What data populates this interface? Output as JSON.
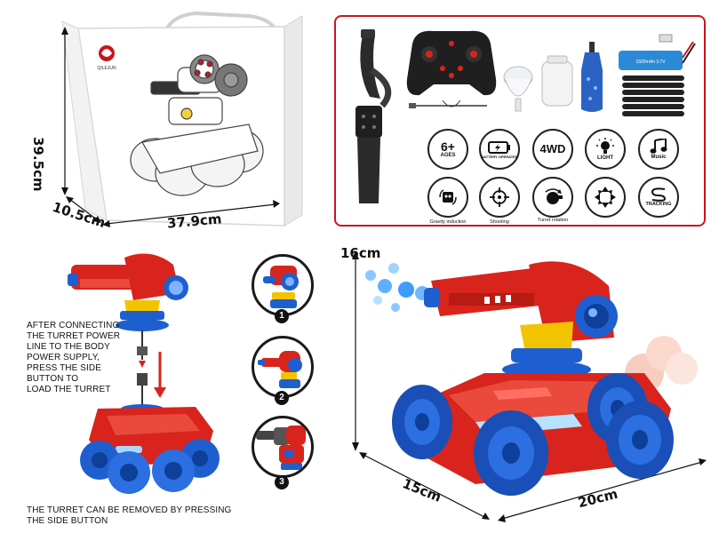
{
  "package": {
    "height_label": "39.5cm",
    "depth_label": "10.5cm",
    "width_label": "37.9cm",
    "brand_logo_text": "QILEJUN"
  },
  "accessories": {
    "items": [
      "watch-controller",
      "remote-controller",
      "usb-cable",
      "funnel",
      "bottle",
      "gel-ball-bottle",
      "battery",
      "foam-darts"
    ],
    "battery_text": "1500mAh 3.7V"
  },
  "features": [
    {
      "icon": "age-badge",
      "big": "6+",
      "small": "AGES",
      "caption": ""
    },
    {
      "icon": "battery-icon",
      "big": "",
      "small": "",
      "caption": "BATTERY OPERATED"
    },
    {
      "icon": "4wd-badge",
      "big": "4WD",
      "small": "",
      "caption": ""
    },
    {
      "icon": "light-icon",
      "big": "",
      "small": "",
      "caption": "LIGHT"
    },
    {
      "icon": "music-icon",
      "big": "",
      "small": "",
      "caption": "Music"
    },
    {
      "icon": "gravity-icon",
      "big": "",
      "small": "",
      "caption": "Gravity induction"
    },
    {
      "icon": "shooting-icon",
      "big": "",
      "small": "",
      "caption": "Shooting"
    },
    {
      "icon": "turret-rotation-icon",
      "big": "",
      "small": "",
      "caption": "Turret rotation"
    },
    {
      "icon": "directions-icon",
      "big": "",
      "small": "",
      "caption": ""
    },
    {
      "icon": "tracking-icon",
      "big": "",
      "small": "",
      "caption": "TRACKING"
    }
  ],
  "instructions": {
    "connect": [
      "AFTER CONNECTING",
      "THE TURRET POWER",
      "LINE TO THE BODY",
      "POWER SUPPLY,",
      "PRESS THE SIDE",
      "BUTTON TO",
      "LOAD THE TURRET"
    ],
    "remove": [
      "THE TURRET CAN BE REMOVED BY PRESSING",
      "THE SIDE BUTTON"
    ]
  },
  "steps": [
    "1",
    "2",
    "3"
  ],
  "product": {
    "height_label": "16cm",
    "depth_label": "15cm",
    "width_label": "20cm"
  },
  "colors": {
    "red": "#d8241c",
    "blue": "#1e5fd0",
    "frame_red": "#c8161d",
    "dark": "#1a1a1a"
  }
}
